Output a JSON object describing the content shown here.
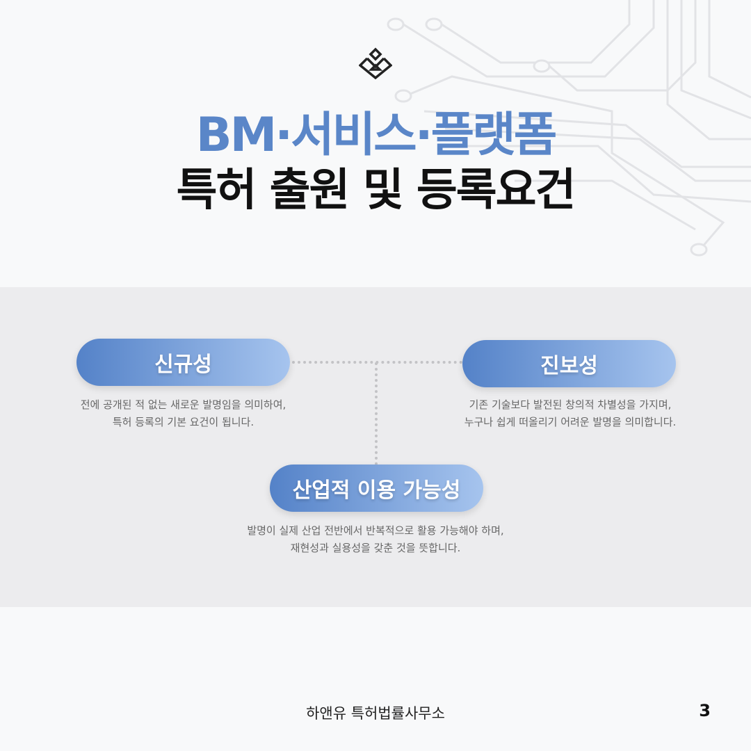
{
  "title": {
    "line1": "BM·서비스·플랫폼",
    "line2": "특허 출원 및 등록요건"
  },
  "requirements": [
    {
      "label": "신규성",
      "desc1": "전에 공개된 적 없는 새로운 발명임을 의미하여,",
      "desc2": "특허 등록의 기본 요건이 됩니다."
    },
    {
      "label": "진보성",
      "desc1": "기존 기술보다 발전된 창의적 차별성을 가지며,",
      "desc2": "누구나 쉽게 떠올리기 어려운 발명을 의미합니다."
    },
    {
      "label": "산업적 이용 가능성",
      "desc1": "발명이 실제 산업 전반에서 반복적으로 활용 가능해야 하며,",
      "desc2": "재현성과 실용성을 갖춘 것을 뜻합니다."
    }
  ],
  "footer": {
    "firm": "하앤유 특허법률사무소",
    "page": "3"
  },
  "colors": {
    "accent": "#5a86c8",
    "gradient_end": "#a6c4ee"
  }
}
